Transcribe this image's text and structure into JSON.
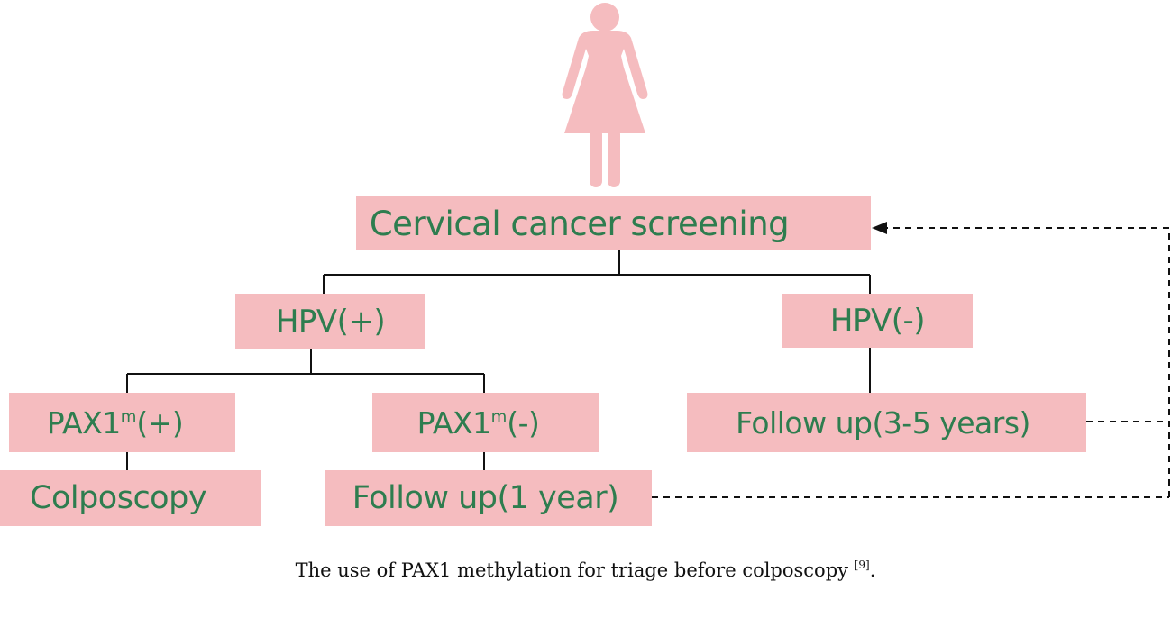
{
  "colors": {
    "box_fill": "#f5bcbf",
    "box_text": "#2e7d4f",
    "figure": "#f5bcbf",
    "line": "#111111"
  },
  "icons": {
    "figure": "woman-figure-icon",
    "arrow": "arrow-left-icon"
  },
  "nodes": {
    "screening": {
      "label": "Cervical cancer screening"
    },
    "hpv_pos": {
      "label": "HPV(+)"
    },
    "hpv_neg": {
      "label": "HPV(-)"
    },
    "pax_pos": {
      "prefix": "PAX1",
      "sup": "m",
      "suffix": "(+)"
    },
    "pax_neg": {
      "prefix": "PAX1",
      "sup": "m",
      "suffix": "(-)"
    },
    "follow_3_5": {
      "label": "Follow up(3-5 years)"
    },
    "colposcopy": {
      "label": "Colposcopy"
    },
    "follow_1": {
      "label": "Follow up(1 year)"
    }
  },
  "edges": [
    {
      "from": "screening",
      "to": "hpv_pos",
      "style": "solid"
    },
    {
      "from": "screening",
      "to": "hpv_neg",
      "style": "solid"
    },
    {
      "from": "hpv_pos",
      "to": "pax_pos",
      "style": "solid"
    },
    {
      "from": "hpv_pos",
      "to": "pax_neg",
      "style": "solid"
    },
    {
      "from": "hpv_neg",
      "to": "follow_3_5",
      "style": "solid"
    },
    {
      "from": "pax_pos",
      "to": "colposcopy",
      "style": "solid"
    },
    {
      "from": "pax_neg",
      "to": "follow_1",
      "style": "solid"
    },
    {
      "from": "follow_3_5",
      "to": "screening",
      "style": "dashed"
    },
    {
      "from": "follow_1",
      "to": "screening",
      "style": "dashed"
    }
  ],
  "caption": {
    "text": "The use of PAX1 methylation for triage before colposcopy ",
    "ref": "[9]",
    "end": "."
  }
}
